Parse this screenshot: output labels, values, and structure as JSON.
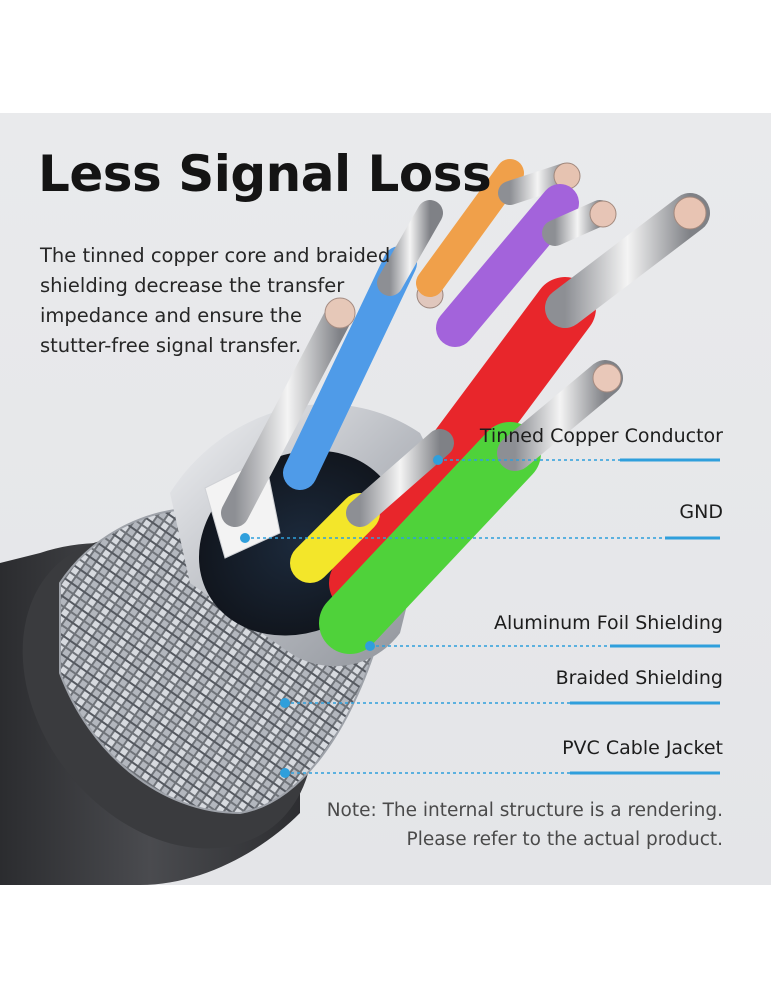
{
  "title": "Less Signal Loss",
  "description": [
    "The tinned copper core and braided",
    "shielding decrease the transfer",
    "impedance and ensure the",
    "stutter-free signal transfer."
  ],
  "labels": [
    "Tinned Copper Conductor",
    "GND",
    "Aluminum Foil Shielding",
    "Braided Shielding",
    "PVC Cable Jacket"
  ],
  "note": [
    "Note: The internal structure is a rendering.",
    "Please refer to the actual product."
  ],
  "colors": {
    "background": "#e6e7ea",
    "jacket": "#3a3b3e",
    "callout": "#2f9fdc",
    "wire_red": "#e8262b",
    "wire_green": "#4fd23a",
    "wire_purple": "#a363db",
    "wire_yellow": "#f3e62a",
    "wire_blue": "#5aa7ee",
    "wire_orange": "#f0a04a",
    "wire_white": "#f2f2f2"
  }
}
